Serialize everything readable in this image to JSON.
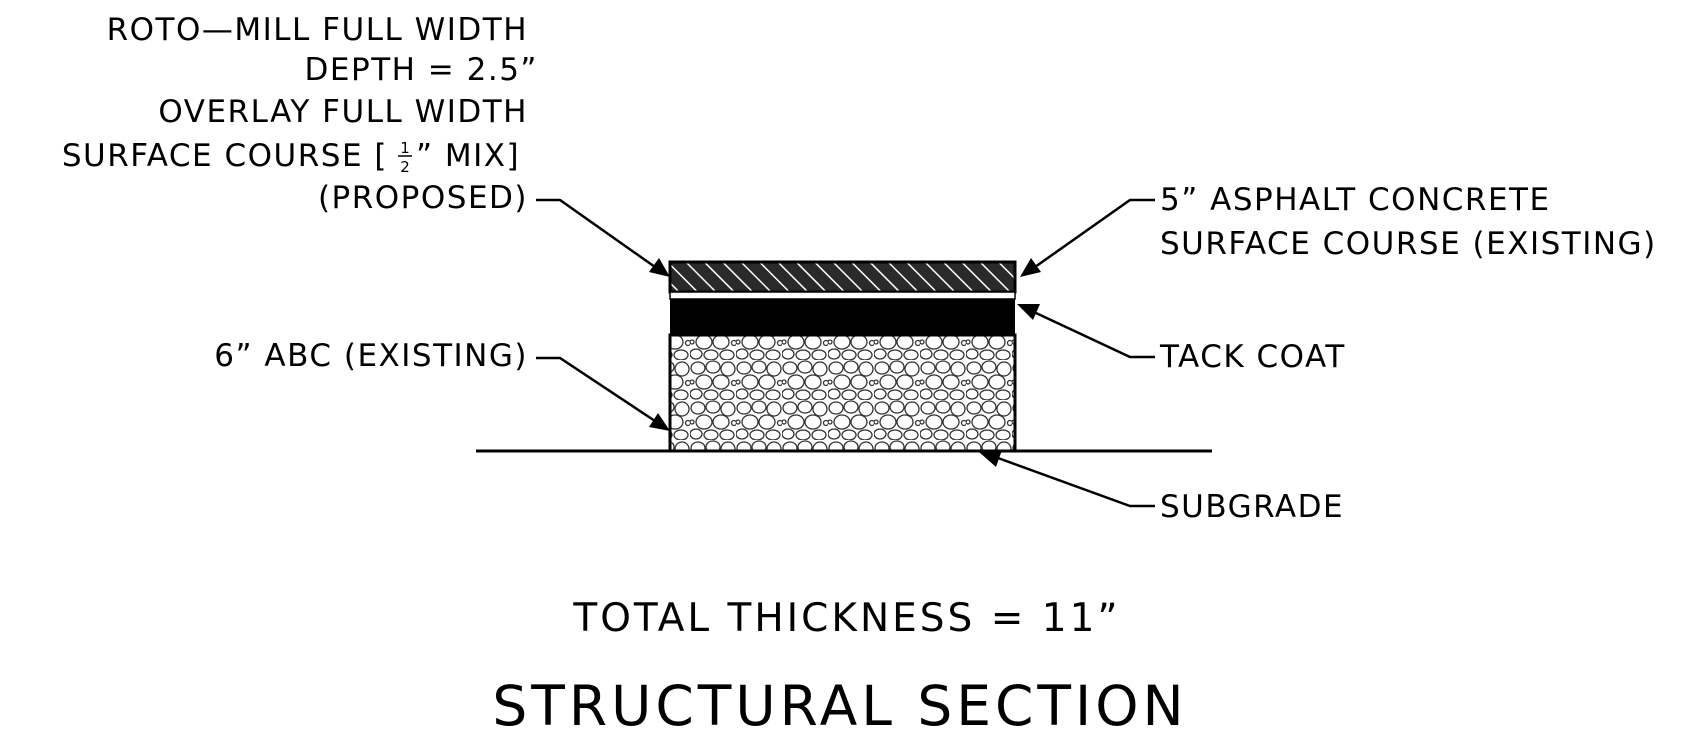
{
  "drawing": {
    "left_notes": {
      "proposed_lines": [
        "ROTO—MILL FULL WIDTH",
        "DEPTH = 2.5”",
        "OVERLAY FULL WIDTH",
        "SURFACE COURSE [",
        "” MIX]",
        "(PROPOSED)"
      ],
      "fraction_numerator": "1",
      "fraction_denominator": "2",
      "abc": "6” ABC (EXISTING)"
    },
    "right_notes": {
      "asphalt_line1": "5” ASPHALT CONCRETE",
      "asphalt_line2": "SURFACE COURSE (EXISTING)",
      "tack_coat": "TACK COAT",
      "subgrade": "SUBGRADE"
    },
    "total_thickness": "TOTAL THICKNESS = 11”",
    "title": "STRUCTURAL SECTION"
  }
}
